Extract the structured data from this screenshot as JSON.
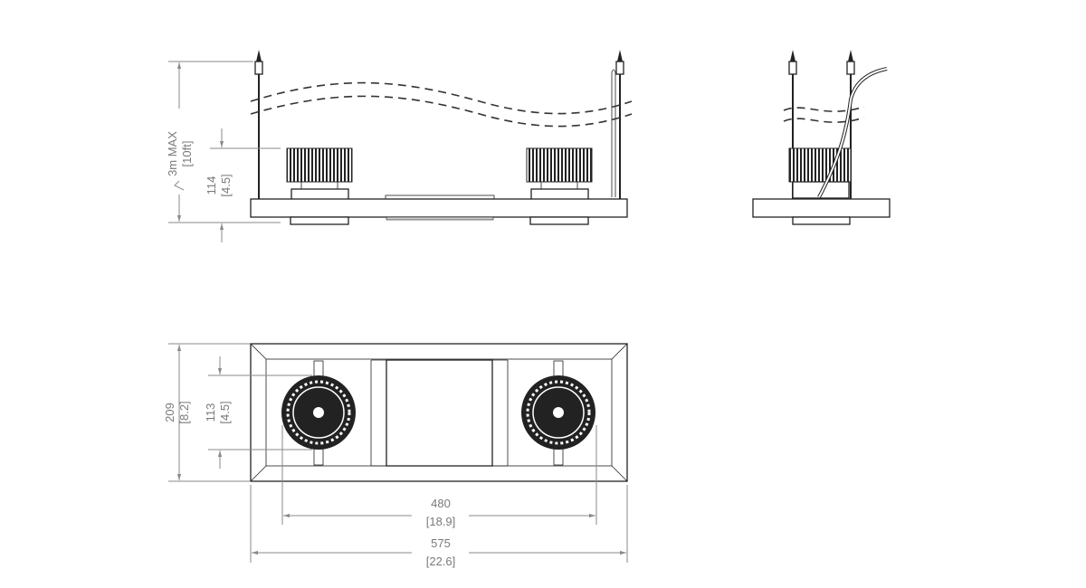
{
  "drawing": {
    "side_view": {
      "height_label": "3m MAX",
      "height_label_imperial": "[10ft]",
      "body_height": "114",
      "body_height_imperial": "[4.5]"
    },
    "plan_view": {
      "width": "209",
      "width_imperial": "[8.2]",
      "lamp_diameter": "113",
      "lamp_diameter_imperial": "[4.5]",
      "lamp_spacing": "480",
      "lamp_spacing_imperial": "[18.9]",
      "length": "575",
      "length_imperial": "[22.6]"
    },
    "colors": {
      "line": "#222222",
      "dimension": "#8a8a8a"
    }
  }
}
